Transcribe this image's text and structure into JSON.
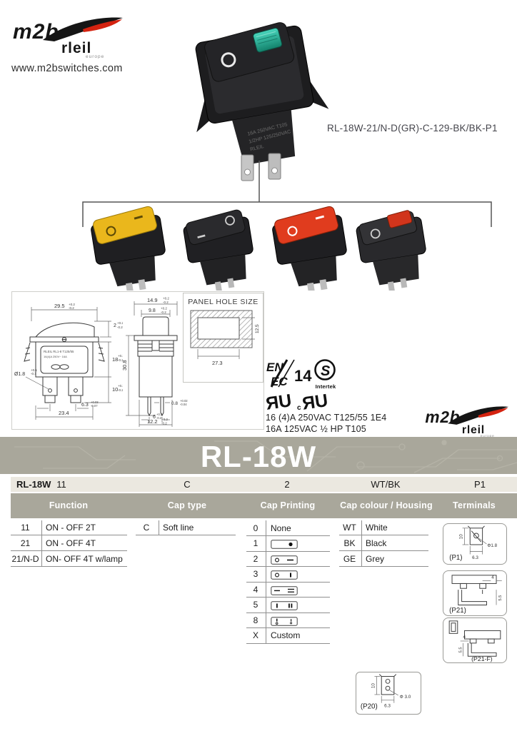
{
  "logo": {
    "m2b": "m2b",
    "rleil": "rleil",
    "europe": "europe"
  },
  "header": {
    "website": "www.m2bswitches.com",
    "part_number": "RL-18W-21/N-D(GR)-C-129-BK/BK-P1"
  },
  "photos": {
    "main_marking": "O"
  },
  "drawings": {
    "panel_title": "PANEL HOLE SIZE",
    "front": {
      "top_width": {
        "v": "29.5",
        "tp": "+0.2",
        "tm": "-0.2"
      },
      "rocker_h": {
        "v": "2",
        "tp": "+0.2",
        "tm": "-0.2"
      },
      "body_h": {
        "v": "18",
        "tp": "+0.2",
        "tm": "-0.2"
      },
      "term_h": {
        "v": "10",
        "tp": "+0.2",
        "tm": "-0.2"
      },
      "hole": {
        "v": "Ø1.8",
        "tp": "+0.1",
        "tm": "-0.1"
      },
      "pin_pitch": {
        "v": "6.3",
        "tp": "+0.03",
        "tm": "-0.07"
      },
      "bottom_w": {
        "v": "23.4"
      },
      "plate_line1": "RLEIL RL1-8 T125/55",
      "plate_line2": "16(4)A 250V~ 16A"
    },
    "side": {
      "top_w": {
        "v": "14.9",
        "tp": "+0.2",
        "tm": "-0.2"
      },
      "cap_w": {
        "v": "9.8",
        "tp": "+0.2",
        "tm": "-0.2"
      },
      "total_h": {
        "v": "30.8"
      },
      "pin_t": {
        "v": "0.8",
        "tp": "+0.02",
        "tm": "-0.04"
      },
      "pin_pitch": {
        "v": "6",
        "tp": "+0.2",
        "tm": "-0.2"
      },
      "bottom_w": {
        "v": "12.2",
        "tp": "+0.2",
        "tm": "-0.2"
      }
    },
    "panel": {
      "width": "27.3",
      "height": "12.5"
    }
  },
  "certs": {
    "enec_top": "EN",
    "enec_bottom": "EC",
    "enec_num": "14",
    "s_letter": "S",
    "intertek": "Intertek",
    "ur": "ЯU",
    "c_small": "c",
    "ur2": "ЯU",
    "rating1": "16 (4)A 250VAC T125/55 1E4",
    "rating2": "16A 125VAC ½ HP T105"
  },
  "banner": {
    "title": "RL-18W"
  },
  "order_code": {
    "series": "RL-18W",
    "function": "11",
    "cap_type": "C",
    "cap_printing": "2",
    "cap_colour": "WT/BK",
    "terminals": "P1"
  },
  "table": {
    "headers": [
      "Function",
      "Cap type",
      "Cap Printing",
      "Cap colour / Housing",
      "Terminals"
    ],
    "function_rows": [
      {
        "code": "11",
        "label": "ON - OFF 2T"
      },
      {
        "code": "21",
        "label": "ON - OFF 4T"
      },
      {
        "code": "21/N-D",
        "label": "ON- OFF 4T w/lamp"
      }
    ],
    "cap_type_rows": [
      {
        "code": "C",
        "label": "Soft line"
      }
    ],
    "cap_printing_rows": [
      {
        "code": "0",
        "label": "None",
        "icon": "none"
      },
      {
        "code": "1",
        "label": "",
        "icon": "dot-right-icon"
      },
      {
        "code": "2",
        "label": "",
        "icon": "circle-dash-icon"
      },
      {
        "code": "3",
        "label": "",
        "icon": "circle-bar-icon"
      },
      {
        "code": "4",
        "label": "",
        "icon": "dash-equals-icon"
      },
      {
        "code": "5",
        "label": "",
        "icon": "bar-doublebar-icon"
      },
      {
        "code": "8",
        "label": "",
        "icon": "io-io-icon"
      },
      {
        "code": "X",
        "label": "Custom",
        "icon": "none"
      }
    ],
    "cap_colour_rows": [
      {
        "code": "WT",
        "label": "White"
      },
      {
        "code": "BK",
        "label": "Black"
      },
      {
        "code": "GE",
        "label": "Grey"
      }
    ],
    "terminal_boxes": [
      {
        "label": "(P1)",
        "dim_h": "10",
        "dim_w": "6.3",
        "dim_hole": "Φ1.8"
      },
      {
        "label": "(P21)",
        "dim_offset": "4",
        "dim_depth": "5.5"
      },
      {
        "label": "(P21-F)",
        "dim_offset": "4",
        "dim_depth": "5.5"
      }
    ]
  },
  "p20": {
    "label": "(P20)",
    "dim_h": "10",
    "dim_w": "6.3",
    "dim_hole": "Φ 3.0"
  },
  "colors": {
    "banner_bg": "#a9a79b",
    "code_row_bg": "#ebe8e0",
    "accent_red": "#d42310",
    "switch_green": "#2eb39b",
    "switch_yellow": "#eab71c",
    "switch_red": "#e03c1e"
  }
}
